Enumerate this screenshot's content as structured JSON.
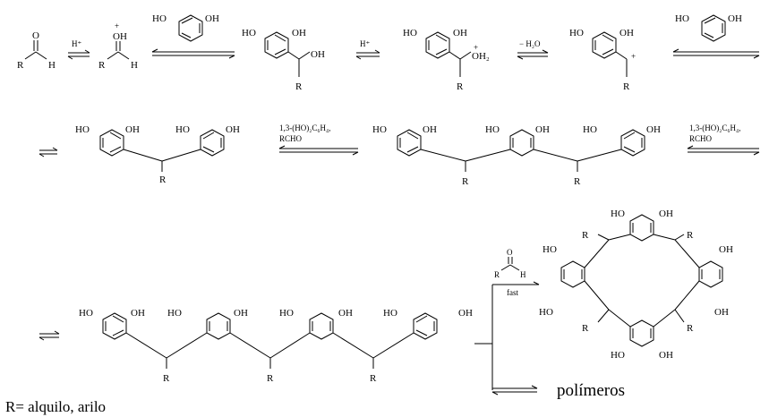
{
  "reagents": {
    "h_plus_1": "H⁺",
    "h_plus_2": "H⁺",
    "minus_water": "− H₂O",
    "resorcinol_reagent_1": "1,3-(HO)₂C₆H₄,",
    "aldehyde_reagent_1": "RCHO",
    "resorcinol_reagent_2": "1,3-(HO)₂C₆H₄,",
    "aldehyde_reagent_2": "RCHO",
    "fast": "fast"
  },
  "atoms": {
    "O": "O",
    "H": "H",
    "R": "R",
    "OH": "OH",
    "HO": "HO",
    "OH2": "OH₂",
    "plus": "+"
  },
  "products": {
    "polymers": "polímeros"
  },
  "footnote": "R= alquilo, arilo"
}
